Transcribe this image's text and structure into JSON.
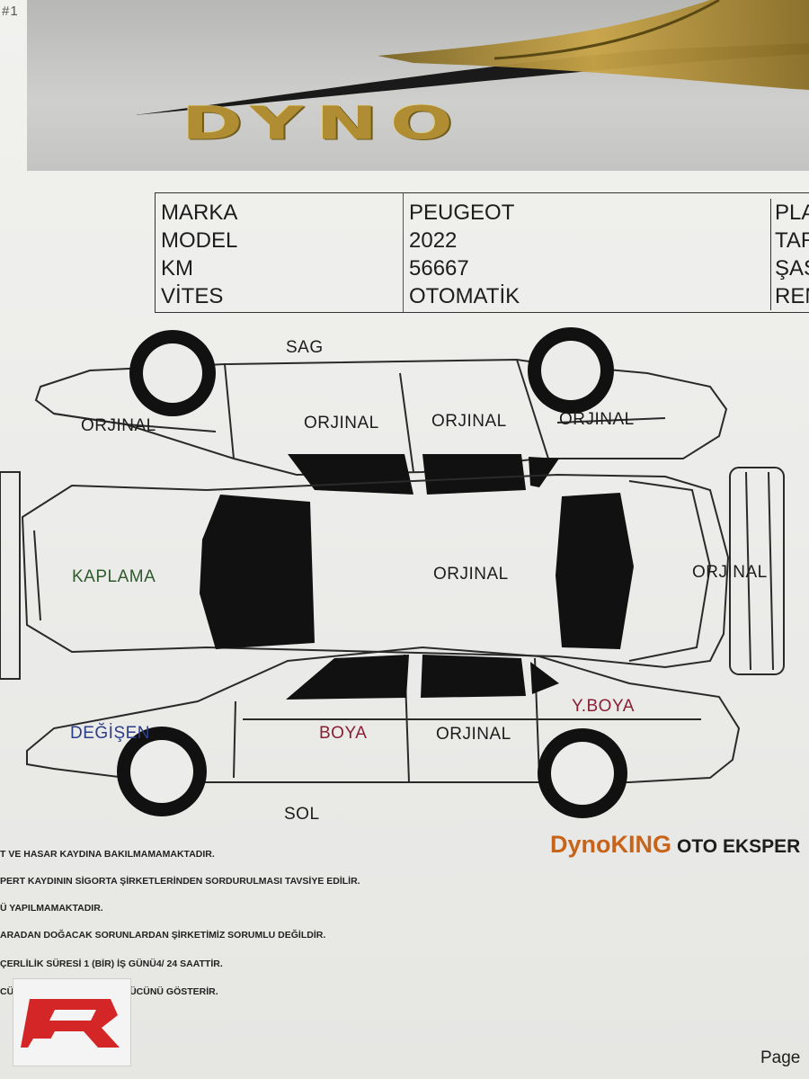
{
  "header": {
    "id_tag": "#1"
  },
  "logo": {
    "text": "DYNO"
  },
  "vehicle_info": {
    "rows": [
      {
        "label": "MARKA",
        "value": "PEUGEOT",
        "right": "PLA"
      },
      {
        "label": "MODEL",
        "value": "2022",
        "right": "TAR"
      },
      {
        "label": "KM",
        "value": "56667",
        "right": "ŞAS"
      },
      {
        "label": "VİTES",
        "value": "OTOMATİK",
        "right": "REN"
      }
    ]
  },
  "diagram": {
    "side_right_title": "SAG",
    "side_left_title": "SOL",
    "parts": {
      "right_front_fender": "ORJINAL",
      "right_front_door": "ORJINAL",
      "right_rear_door": "ORJINAL",
      "right_rear_fender": "ORJINAL",
      "hood": "KAPLAMA",
      "roof": "ORJINAL",
      "trunk": "ORJINAL",
      "left_front_fender": "DEĞİŞEN",
      "left_front_door": "BOYA",
      "left_rear_door": "ORJINAL",
      "left_rear_fender": "Y.BOYA"
    },
    "colors": {
      "original": "#1d1d1d",
      "wrap": "#2f5a2c",
      "replaced": "#2c3e8a",
      "painted": "#8a1f33"
    }
  },
  "brand": {
    "name": "DynoKING",
    "suffix": "OTO EKSPER"
  },
  "notes": [
    "T VE HASAR KAYDINA BAKILMAMAMAKTADIR.",
    "PERT KAYDININ SİGORTA ŞİRKETLERİNDEN SORDURULMASI TAVSİYE EDİLİR.",
    "Ü YAPILMAMAKTADIR.",
    "ARADAN DOĞACAK SORUNLARDAN ŞİRKETİMİZ SORUMLU DEĞİLDİR.",
    "ÇERLİLİK SÜRESİ 1 (BİR) İŞ GÜNÜ4/ 24 SAATTİR.",
    "CÜM TESTİ ANLIK MOTOR GÜCÜNÜ GÖSTERİR."
  ],
  "footer": {
    "page_label": "Page"
  }
}
